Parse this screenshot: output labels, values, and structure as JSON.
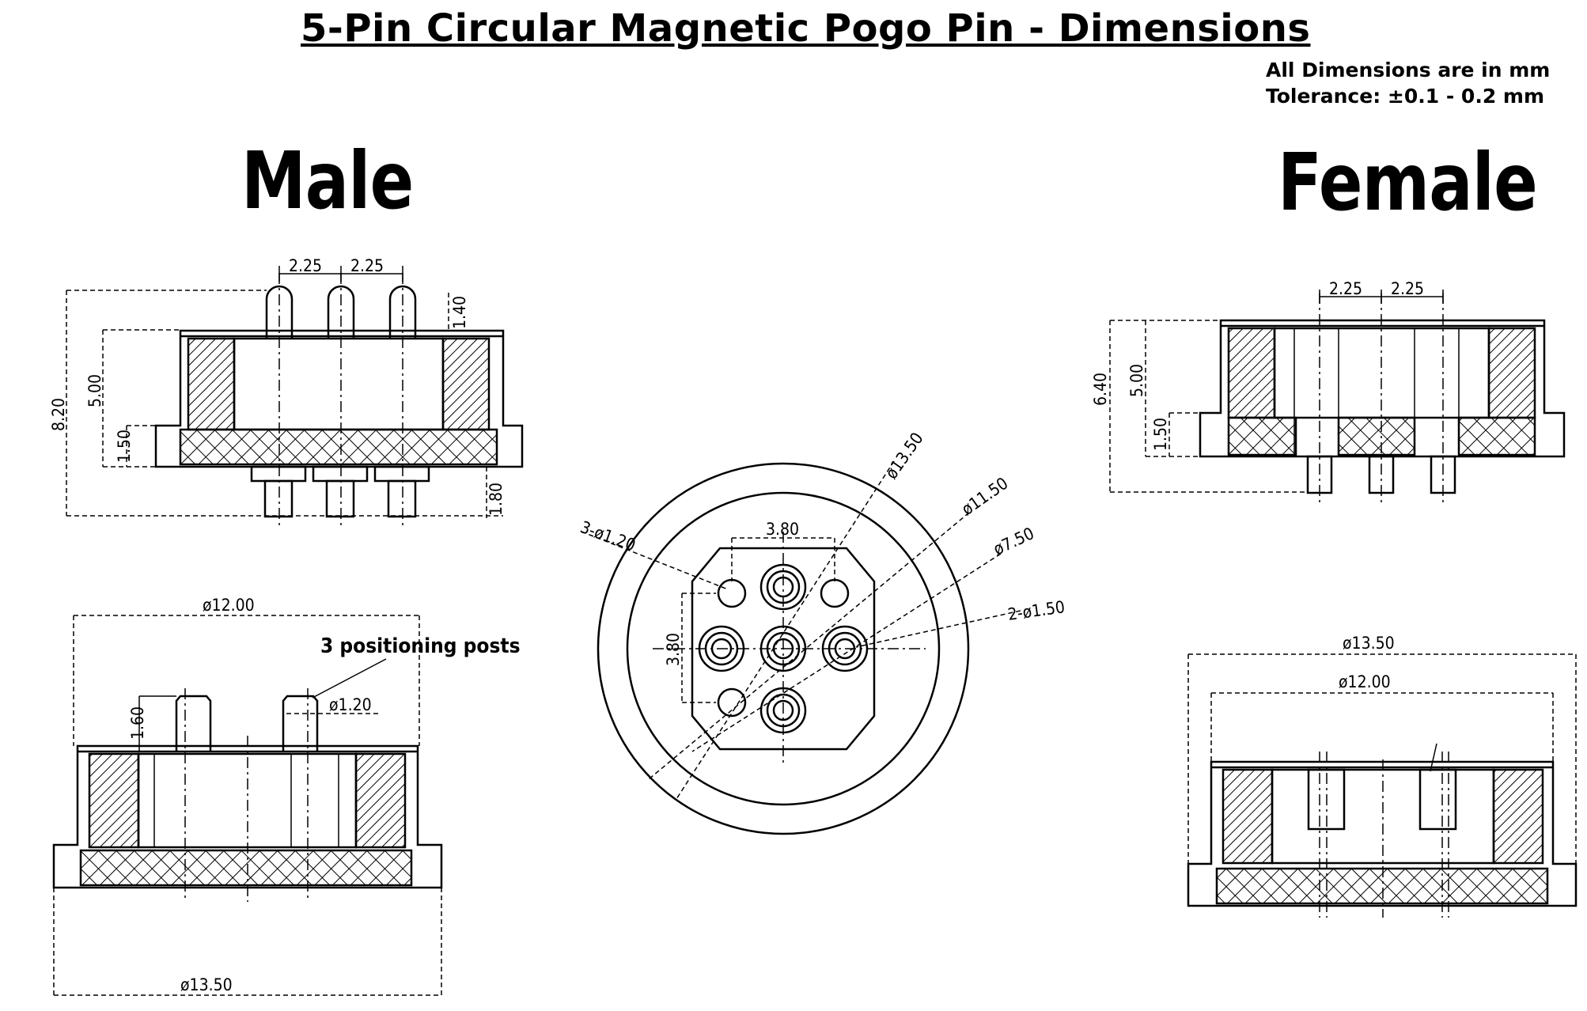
{
  "title": "5-Pin Circular Magnetic Pogo Pin - Dimensions",
  "notes": {
    "units": "All Dimensions are in mm",
    "tolerance": "Tolerance: ±0.1 - 0.2 mm"
  },
  "labels": {
    "male": "Male",
    "female": "Female",
    "positioning_posts": "3 positioning posts"
  },
  "dimensions": {
    "male_side": {
      "pitch_left": "2.25",
      "pitch_right": "2.25",
      "pin_protrusion": "1.40",
      "overall_height": "8.20",
      "body_height": "5.00",
      "base_height": "1.50",
      "pin_tail": "1.80"
    },
    "male_section": {
      "inner_diameter": "ø12.00",
      "outer_diameter": "ø13.50",
      "post_height": "1.60",
      "post_diameter": "ø1.20"
    },
    "front_view": {
      "outer_diameter": "ø13.50",
      "flange_diameter": "ø11.50",
      "pin_circle_diameter": "ø7.50",
      "pin_holes": "2-ø1.50",
      "post_holes": "3-ø1.20",
      "span_h": "3.80",
      "span_v": "3.80"
    },
    "female_side": {
      "pitch_left": "2.25",
      "pitch_right": "2.25",
      "overall_height": "6.40",
      "body_height": "5.00",
      "base_height": "1.50"
    },
    "female_section": {
      "outer_diameter": "ø13.50",
      "inner_diameter": "ø12.00"
    }
  }
}
